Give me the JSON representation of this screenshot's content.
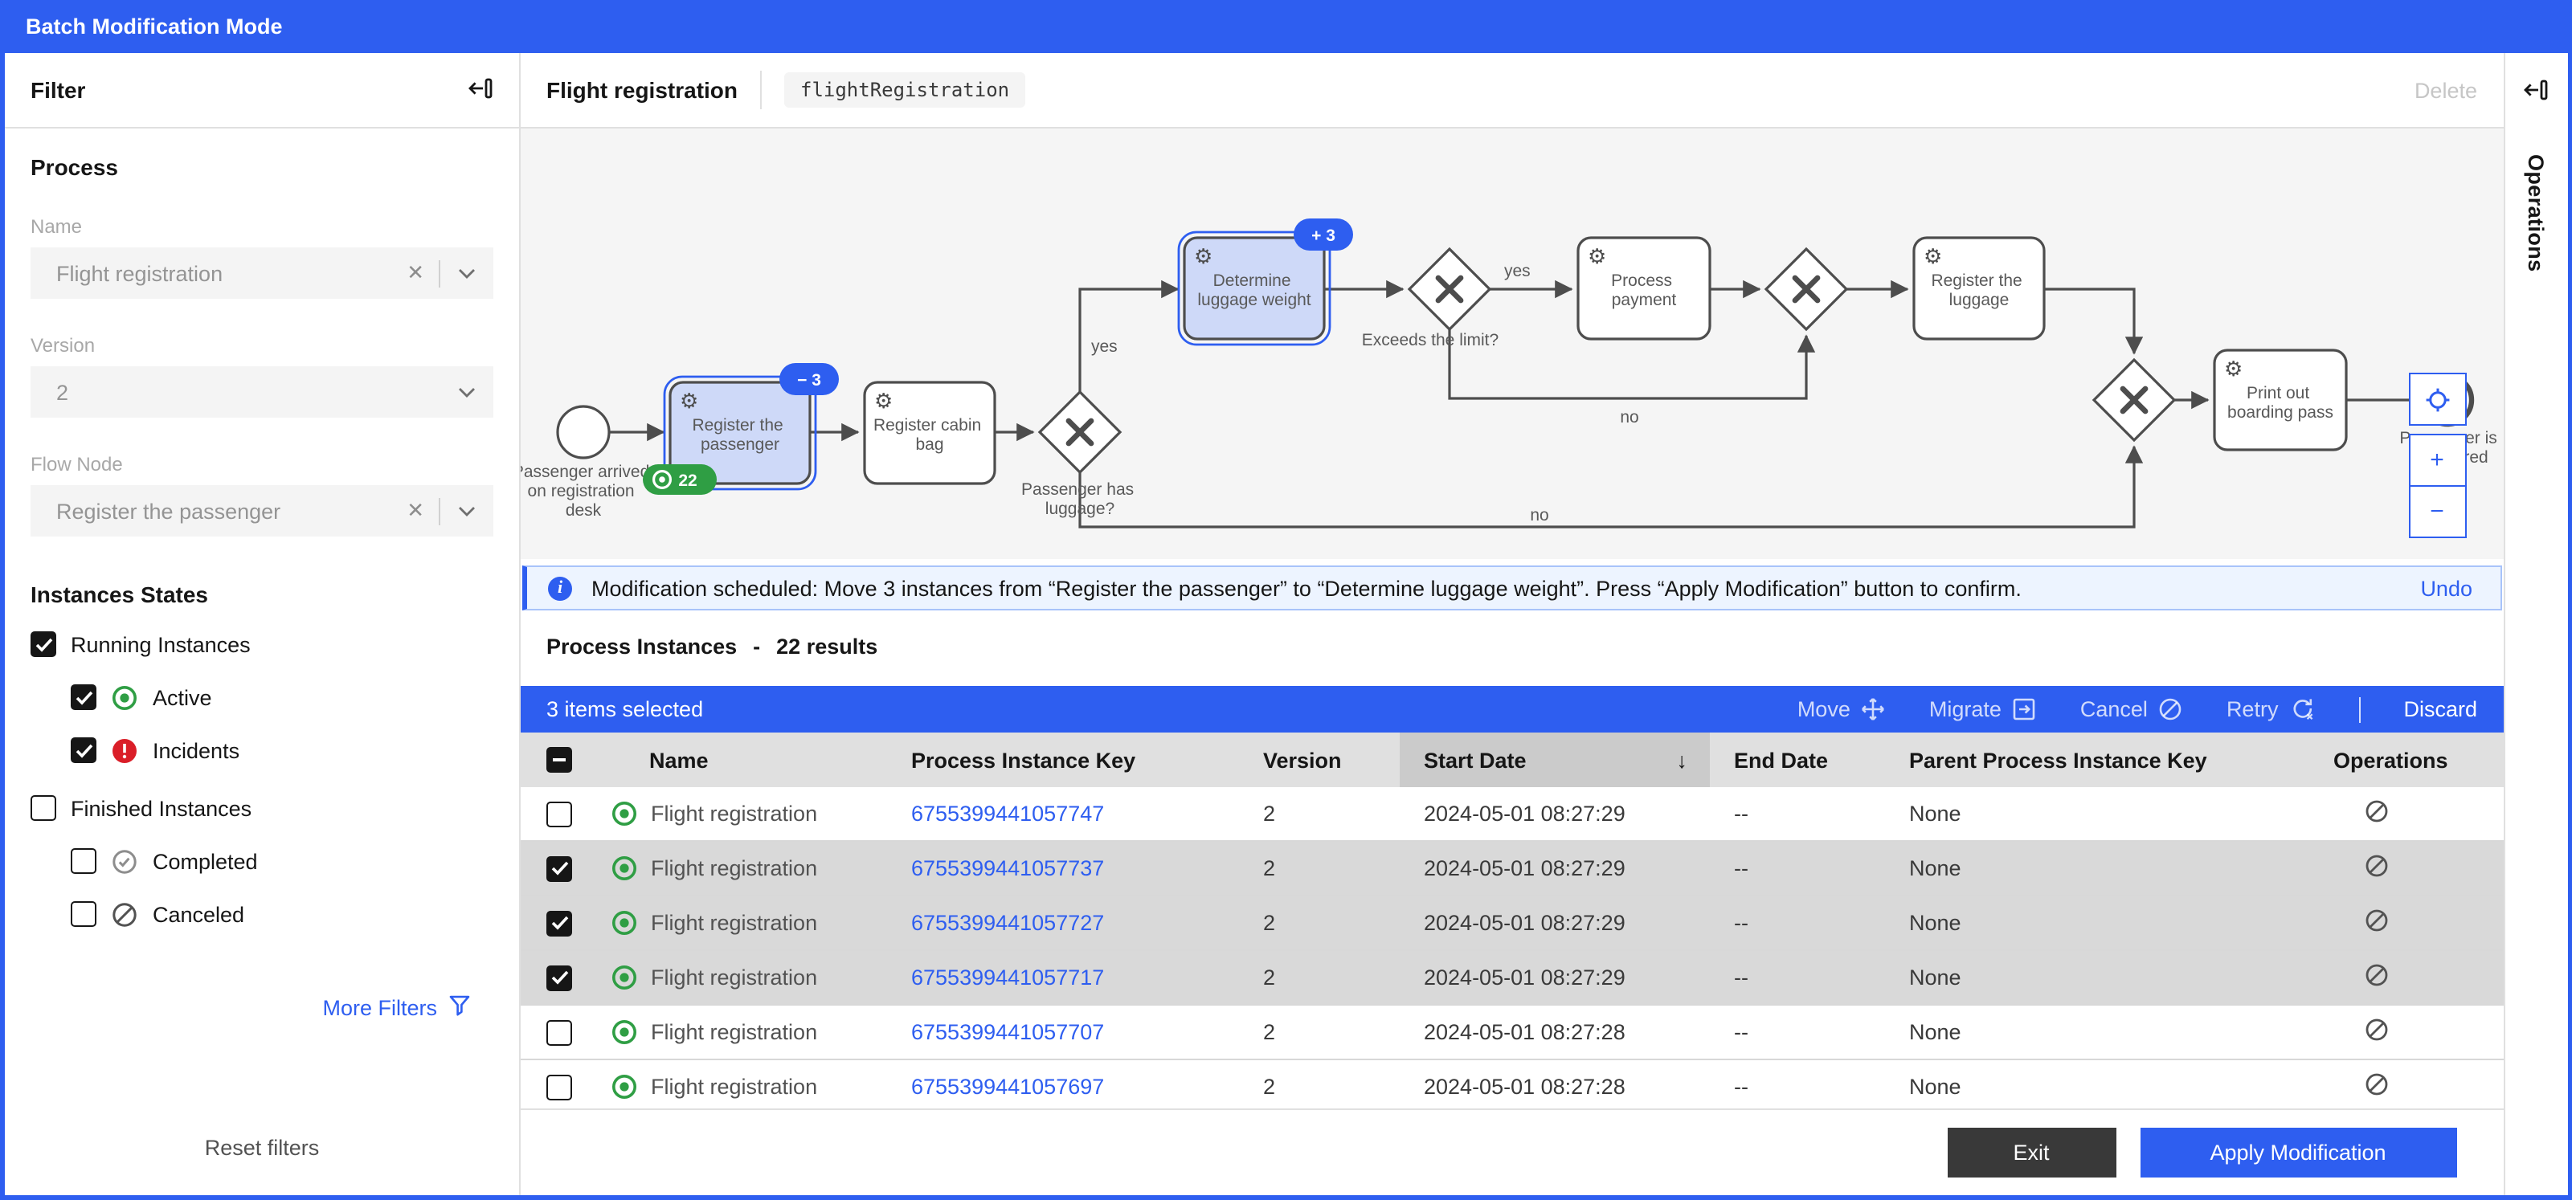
{
  "app": {
    "title": "Batch Modification Mode",
    "accent_color": "#2e5ef0"
  },
  "filter": {
    "title": "Filter",
    "section_process": "Process",
    "name": {
      "label": "Name",
      "value": "Flight registration"
    },
    "version": {
      "label": "Version",
      "value": "2"
    },
    "flow_node": {
      "label": "Flow Node",
      "value": "Register the passenger"
    },
    "section_states": "Instances States",
    "states": {
      "running": "Running Instances",
      "active": "Active",
      "incidents": "Incidents",
      "finished": "Finished Instances",
      "completed": "Completed",
      "canceled": "Canceled"
    },
    "states_checked": {
      "running": true,
      "active": true,
      "incidents": true,
      "finished": false,
      "completed": false,
      "canceled": false
    },
    "more_filters": "More Filters",
    "reset_filters": "Reset filters"
  },
  "header": {
    "process_name": "Flight registration",
    "process_id": "flightRegistration",
    "delete": "Delete"
  },
  "diagram": {
    "start_line1": "Passenger arrived",
    "start_line2": "on registration",
    "start_line3": "desk",
    "task1_line1": "Register the",
    "task1_line2": "passenger",
    "task1_active_count": "22",
    "task1_badge": "− 3",
    "task2_line1": "Register cabin",
    "task2_line2": "bag",
    "gw1_line1": "Passenger has",
    "gw1_line2": "luggage?",
    "task3_line1": "Determine",
    "task3_line2": "luggage weight",
    "task3_badge": "+ 3",
    "gw2_label": "Exceeds the limit?",
    "task4_line1": "Process",
    "task4_line2": "payment",
    "task5_line1": "Register the",
    "task5_line2": "luggage",
    "task6_line1": "Print out",
    "task6_line2": "boarding pass",
    "end_line1": "Passenger is",
    "end_line2": "registered",
    "edge_yes1": "yes",
    "edge_yes2": "yes",
    "edge_no1": "no",
    "edge_no2": "no",
    "zoom_plus": "+",
    "zoom_minus": "−"
  },
  "notification": {
    "message": "Modification scheduled: Move 3 instances from “Register the passenger” to “Determine luggage weight”. Press “Apply Modification” button to confirm.",
    "undo": "Undo"
  },
  "instances": {
    "title": "Process Instances",
    "separator": "-",
    "results": "22 results",
    "selected_text": "3 items selected",
    "actions": {
      "move": "Move",
      "migrate": "Migrate",
      "cancel": "Cancel",
      "retry": "Retry",
      "discard": "Discard"
    },
    "columns": {
      "name": "Name",
      "key": "Process Instance Key",
      "version": "Version",
      "start": "Start Date",
      "end": "End Date",
      "parent": "Parent Process Instance Key",
      "operations": "Operations"
    },
    "rows": [
      {
        "selected": false,
        "name": "Flight registration",
        "key": "6755399441057747",
        "version": "2",
        "start": "2024-05-01 08:27:29",
        "end": "--",
        "parent": "None"
      },
      {
        "selected": true,
        "name": "Flight registration",
        "key": "6755399441057737",
        "version": "2",
        "start": "2024-05-01 08:27:29",
        "end": "--",
        "parent": "None"
      },
      {
        "selected": true,
        "name": "Flight registration",
        "key": "6755399441057727",
        "version": "2",
        "start": "2024-05-01 08:27:29",
        "end": "--",
        "parent": "None"
      },
      {
        "selected": true,
        "name": "Flight registration",
        "key": "6755399441057717",
        "version": "2",
        "start": "2024-05-01 08:27:29",
        "end": "--",
        "parent": "None"
      },
      {
        "selected": false,
        "name": "Flight registration",
        "key": "6755399441057707",
        "version": "2",
        "start": "2024-05-01 08:27:28",
        "end": "--",
        "parent": "None"
      },
      {
        "selected": false,
        "name": "Flight registration",
        "key": "6755399441057697",
        "version": "2",
        "start": "2024-05-01 08:27:28",
        "end": "--",
        "parent": "None"
      }
    ]
  },
  "footer": {
    "exit": "Exit",
    "apply": "Apply Modification"
  },
  "operations_panel": {
    "title": "Operations"
  }
}
